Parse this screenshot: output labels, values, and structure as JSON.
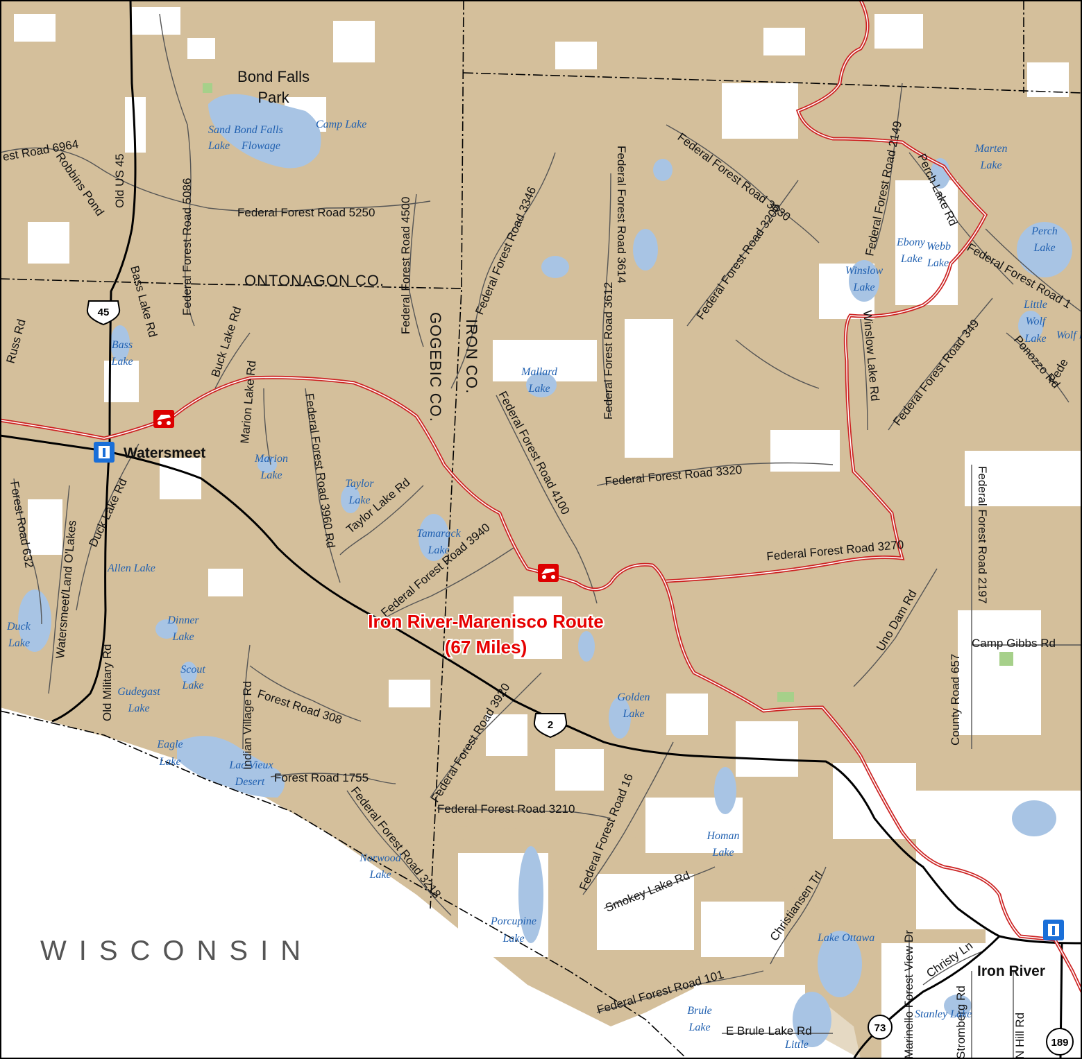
{
  "colors": {
    "land": "#d4bf9b",
    "water": "#a8c4e4",
    "road": "#555555",
    "highway": "#000000",
    "route": "#cc2222",
    "icon_red": "#dd0000",
    "icon_blue": "#1a6fd8",
    "park_green": "#a6d08a"
  },
  "map": {
    "state_label": "WISCONSIN",
    "route_title": "Iron River-Marenisco Route",
    "route_distance": "(67 Miles)",
    "places": {
      "bond_falls_park_1": "Bond Falls",
      "bond_falls_park_2": "Park",
      "watersmeet": "Watersmeet",
      "iron_river": "Iron River"
    },
    "counties": {
      "ontonagon": "ONTONAGON CO.",
      "gogebic": "GOGEBIC CO.",
      "iron": "IRON CO."
    },
    "shields": {
      "us45": "45",
      "us2": "2",
      "m73": "73",
      "m189": "189"
    },
    "icons": {
      "atv_trailhead": "atv-trailhead-icon",
      "info": "info-icon"
    },
    "roads": {
      "ffr6964": "est Road 6964",
      "robbins_pond": "Robbins Pond",
      "old_us45": "Old US 45",
      "ffr5086": "Federal Forest Road 5086",
      "ffr5250": "Federal Forest Road 5250",
      "ffr4500": "Federal Forest Road 4500",
      "ffr3346": "Federal Forest Road 3346",
      "ffr3612": "Federal Forest Road 3612",
      "ffr3614": "Federal Forest Road 3614",
      "ffr3630": "Federal Forest Road 3630",
      "ffr3200": "Federal Forest Road 3200",
      "ffr2149": "Federal Forest Road 2149",
      "perch_lake_rd": "Perch Lake Rd",
      "ffr_east": "Federal Forest Road 1",
      "russ_rd": "Russ Rd",
      "bass_lake_rd": "Bass Lake Rd",
      "buck_lake_rd": "Buck Lake Rd",
      "marion_lake_rd": "Marion Lake Rd",
      "ffr3960": "Federal Forest Road 3960 Rd",
      "ffr4100": "Federal Forest Road 4100",
      "winslow_lake_rd": "Winslow Lake Rd",
      "ffr349": "Federal Forest Road 349",
      "ponozzo_rd": "Ponozzo Rd",
      "fede": "Fede",
      "ffr3320": "Federal Forest Road 3320",
      "ffr2197": "Federal Forest Road 2197",
      "forest_road_632": "Forest Road 632",
      "watersmeet_land_olakes": "Watersmeet/Land O'Lakes",
      "duck_lake_rd": "Duck Lake Rd",
      "taylor_lake_rd": "Taylor Lake Rd",
      "ffr3940": "Federal Forest Road 3940",
      "ffr3270": "Federal Forest Road 3270",
      "uno_dam_rd": "Uno Dam Rd",
      "county_road_657": "County Road 657",
      "camp_gibbs_rd": "Camp Gibbs Rd",
      "old_military_rd": "Old Military Rd",
      "indian_village_rd": "Indian Village Rd",
      "forest_road_308": "Forest Road 308",
      "ffr3920": "Federal Forest Road 3920",
      "forest_road_1755": "Forest Road 1755",
      "ffr3210": "Federal Forest Road 3210",
      "ffr16": "Federal Forest Road 16",
      "ffr3218": "Federal Forest Road 3218",
      "smokey_lake_rd": "Smokey Lake Rd",
      "christiansen_trl": "Christiansen Trl",
      "ffr101": "Federal Forest Road 101",
      "e_brule_lake_rd": "E Brule Lake Rd",
      "marinello_forest_view": "Marinello Forest View Dr",
      "christy_ln": "Christy Ln",
      "stromberg_rd": "Stromberg Rd",
      "n_hill_rd": "N Hill Rd"
    },
    "lakes": {
      "sand_1": "Sand",
      "sand_2": "Lake",
      "bond_falls_1": "Bond Falls",
      "bond_falls_2": "Flowage",
      "camp": "Camp Lake",
      "marten_1": "Marten",
      "marten_2": "Lake",
      "perch_1": "Perch",
      "perch_2": "Lake",
      "ebony_1": "Ebony",
      "ebony_2": "Lake",
      "webb_1": "Webb",
      "webb_2": "Lake",
      "winslow_1": "Winslow",
      "winslow_2": "Lake",
      "little_wolf_1": "Little",
      "little_wolf_2": "Wolf",
      "little_wolf_3": "Lake",
      "wolf": "Wolf La",
      "bass_1": "Bass",
      "bass_2": "Lake",
      "mallard_1": "Mallard",
      "mallard_2": "Lake",
      "marion_1": "Marion",
      "marion_2": "Lake",
      "taylor_1": "Taylor",
      "taylor_2": "Lake",
      "tamarack_1": "Tamarack",
      "tamarack_2": "Lake",
      "allen": "Allen Lake",
      "duck_1": "Duck",
      "duck_2": "Lake",
      "dinner_1": "Dinner",
      "dinner_2": "Lake",
      "scout_1": "Scout",
      "scout_2": "Lake",
      "gudegast_1": "Gudegast",
      "gudegast_2": "Lake",
      "eagle_1": "Eagle",
      "eagle_2": "Lake",
      "lac_vieux_1": "Lac Vieux",
      "lac_vieux_2": "Desert",
      "golden_1": "Golden",
      "golden_2": "Lake",
      "homan_1": "Homan",
      "homan_2": "Lake",
      "norwood_1": "Norwood",
      "norwood_2": "Lake",
      "porcupine_1": "Porcupine",
      "porcupine_2": "Lake",
      "ottawa": "Lake Ottawa",
      "brule_1": "Brule",
      "brule_2": "Lake",
      "little": "Little",
      "stanley": "Stanley Lake"
    }
  }
}
